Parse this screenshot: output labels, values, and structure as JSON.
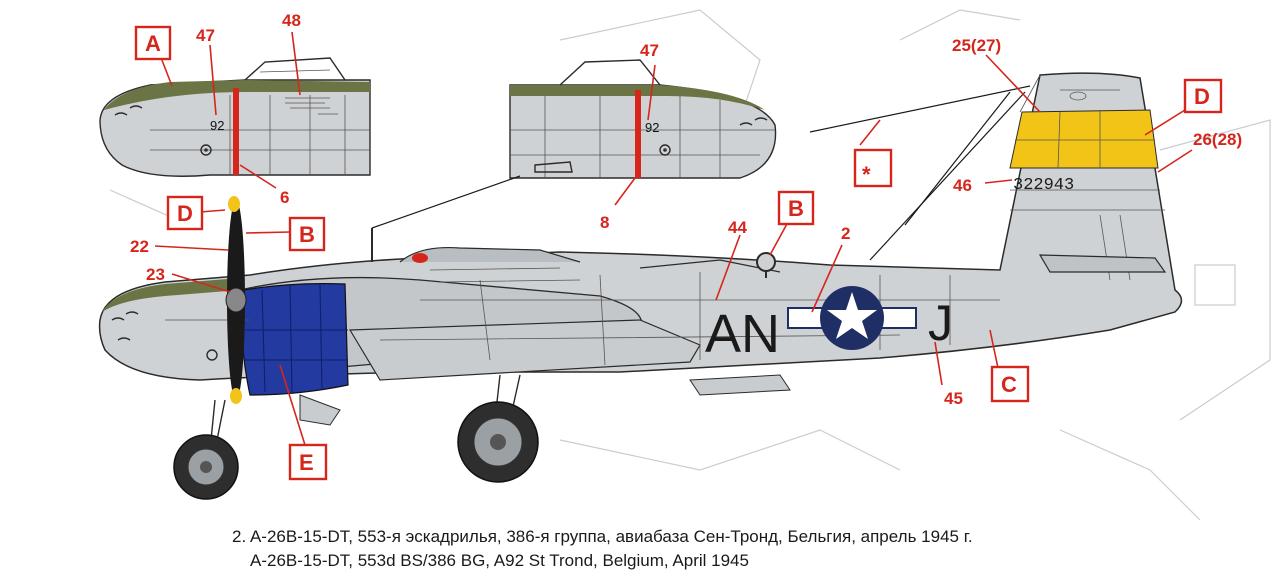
{
  "labels": {
    "num47a": "47",
    "num48": "48",
    "num47b": "47",
    "num6": "6",
    "num8": "8",
    "num2527": "25(27)",
    "num2628": "26(28)",
    "num46": "46",
    "num44": "44",
    "num2": "2",
    "num22": "22",
    "num23": "23",
    "num45": "45",
    "box_a": "A",
    "box_b1": "B",
    "box_b2": "B",
    "box_c": "C",
    "box_d1": "D",
    "box_d2": "D",
    "box_e": "E",
    "box_star": "*"
  },
  "markings": {
    "nose_number_1": "92",
    "nose_number_2": "92",
    "serial": "322943",
    "code_left": "AN",
    "code_right": "J"
  },
  "caption": {
    "line1": "2. A-26B-15-DT, 553-я эскадрилья, 386-я группа, авиабаза Сен-Тронд, Бельгия, апрель 1945 г.",
    "line2": "A-26B-15-DT, 553d BS/386 BG, A92 St Trond, Belgium, April 1945"
  },
  "colors": {
    "callout_red": "#d6261c",
    "fuselage_gray": "#cfd2d4",
    "olive_antiglare": "#6b7445",
    "cowling_blue": "#233aa0",
    "tail_yellow": "#f2c418",
    "roundel_blue": "#1f2f66"
  }
}
